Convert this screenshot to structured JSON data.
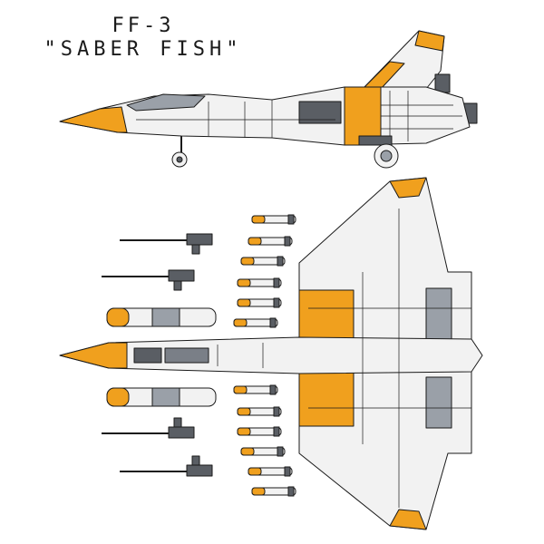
{
  "title": {
    "designation": "FF-3",
    "name": "\"SABER FISH\""
  },
  "colors": {
    "accent": "#f0a01e",
    "panel": "#f2f2f2",
    "line": "#1a1a1a",
    "cockpit": "#7a7f87",
    "canopy": "#9aa0a8",
    "metal": "#5a5e64"
  },
  "icons": [
    "side-view-aircraft",
    "top-view-aircraft",
    "rifle-weapon",
    "missile-weapon",
    "fuel-tank"
  ]
}
